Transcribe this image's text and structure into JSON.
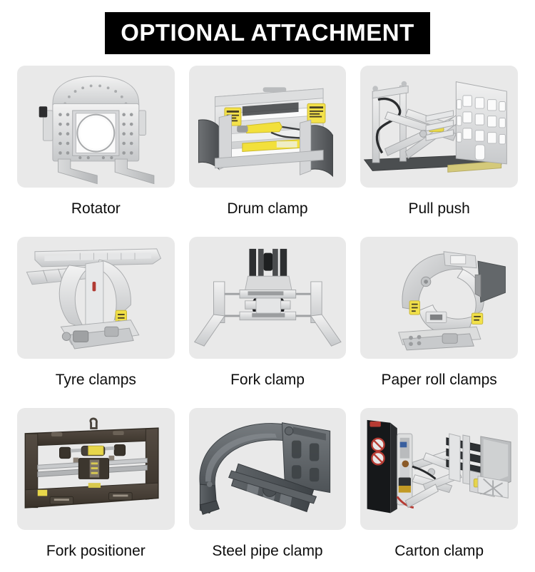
{
  "header": {
    "title": "OPTIONAL ATTACHMENT",
    "background_color": "#000000",
    "text_color": "#ffffff"
  },
  "theme": {
    "page_background": "#ffffff",
    "card_background": "#e9e9e9",
    "caption_color": "#0d0d0d",
    "metal_light": "#e4e4e4",
    "metal_mid": "#c9cbcc",
    "metal_dark": "#9a9c9e",
    "warning_yellow": "#f3e03a",
    "dark_brown": "#413a34",
    "dark_gray": "#5b6166",
    "black": "#141414"
  },
  "gallery": {
    "columns": 3,
    "items": [
      {
        "id": "rotator",
        "label": "Rotator",
        "icon": "rotator-icon"
      },
      {
        "id": "drum-clamp",
        "label": "Drum clamp",
        "icon": "drum-clamp-icon"
      },
      {
        "id": "pull-push",
        "label": "Pull push",
        "icon": "pull-push-icon"
      },
      {
        "id": "tyre-clamps",
        "label": "Tyre clamps",
        "icon": "tyre-clamps-icon"
      },
      {
        "id": "fork-clamp",
        "label": "Fork clamp",
        "icon": "fork-clamp-icon"
      },
      {
        "id": "paper-roll-clamps",
        "label": "Paper roll clamps",
        "icon": "paper-roll-clamps-icon"
      },
      {
        "id": "fork-positioner",
        "label": "Fork positioner",
        "icon": "fork-positioner-icon"
      },
      {
        "id": "steel-pipe-clamp",
        "label": "Steel pipe clamp",
        "icon": "steel-pipe-clamp-icon"
      },
      {
        "id": "carton-clamp",
        "label": "Carton clamp",
        "icon": "carton-clamp-icon"
      }
    ]
  }
}
